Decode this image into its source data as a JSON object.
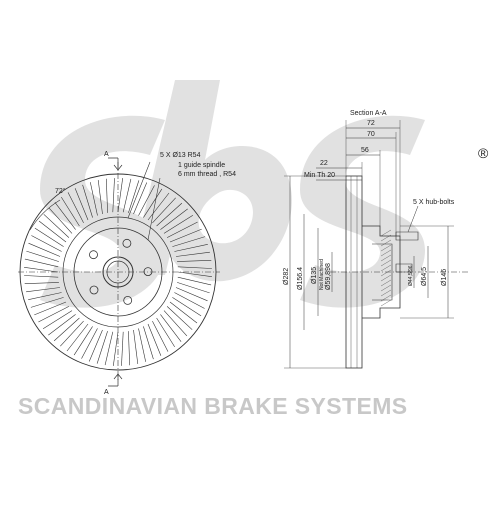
{
  "brand": {
    "logo_text": "sbs",
    "registered_mark": "®",
    "name": "SCANDINAVIAN BRAKE SYSTEMS",
    "watermark_color": "#d4d4d4"
  },
  "front_view": {
    "section_marker_top": "A",
    "section_marker_bottom": "A",
    "angle_label": "72°",
    "bolt_note_line1": "5 X Ø13 R54",
    "bolt_note_line2": "1 guide spindle",
    "bolt_note_line3": "6 mm thread , R54"
  },
  "section_view": {
    "title": "Section A-A",
    "dim_72": "72",
    "dim_70": "70",
    "dim_56": "56",
    "dim_22": "22",
    "min_th": "Min Th 20",
    "hub_bolts": "5 X hub-bolts",
    "dia_282": "Ø282",
    "dia_156": "Ø156.4",
    "dia_135": "Ø135",
    "not_machined": "Not Machined",
    "dia_59": "Ø59,898",
    "dia_44": "Ø44,5/96",
    "dia_645": "Ø64,5",
    "dia_146": "Ø146"
  }
}
